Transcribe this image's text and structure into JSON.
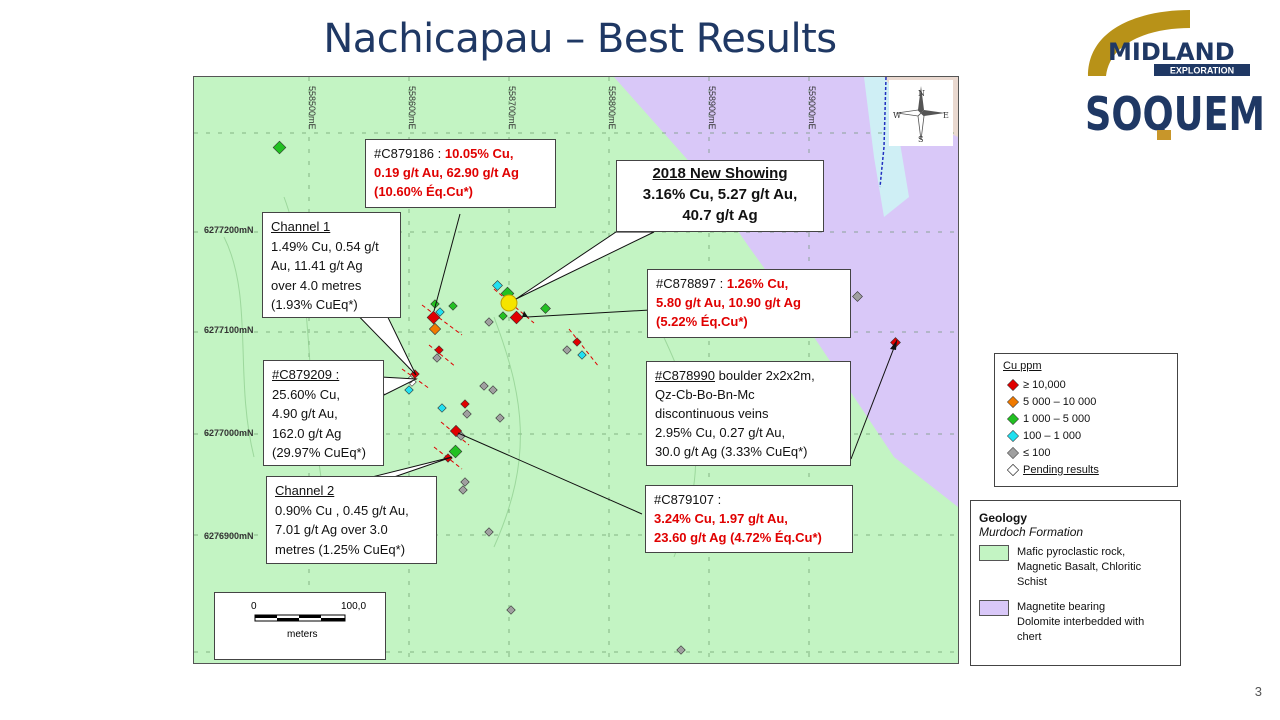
{
  "title": "Nachicapau – Best Results",
  "page_number": "3",
  "logos": {
    "midland_main": "MIDLAND",
    "midland_sub": "EXPLORATION",
    "soquem": "SOQUEM"
  },
  "compass": {
    "n": "N",
    "s": "S",
    "e": "E",
    "w": "W"
  },
  "eastings": [
    "558500mE",
    "558600mE",
    "558700mE",
    "558800mE",
    "558900mE",
    "559000mE"
  ],
  "northings": [
    "6277200mN",
    "6277100mN",
    "6277000mN",
    "6276900mN"
  ],
  "callouts": {
    "c879186": {
      "id": "#C879186 : ",
      "line1": "10.05% Cu,",
      "line2": "0.19 g/t Au, 62.90 g/t Ag",
      "line3": "(10.60% Éq.Cu*)"
    },
    "showing2018": {
      "title": "2018 New Showing",
      "line1": "3.16% Cu, 5.27 g/t Au,",
      "line2": "40.7 g/t Ag"
    },
    "channel1": {
      "title": "Channel 1",
      "l1": "1.49% Cu, 0.54 g/t",
      "l2": "Au, 11.41 g/t Ag",
      "l3": "over 4.0 metres",
      "l4": "(1.93% CuEq*)"
    },
    "c878897": {
      "id": "#C878897 : ",
      "line1": "1.26% Cu,",
      "line2": "5.80 g/t Au, 10.90 g/t Ag",
      "line3": "(5.22% Éq.Cu*)"
    },
    "c879209": {
      "id": "#C879209 :",
      "l1": "25.60% Cu,",
      "l2": "4.90 g/t Au,",
      "l3": "162.0 g/t Ag",
      "l4": "(29.97% CuEq*)"
    },
    "c878990": {
      "id": "#C878990",
      "l1": " boulder 2x2x2m,",
      "l2": "Qz-Cb-Bo-Bn-Mc",
      "l3": "discontinuous veins",
      "l4": "2.95% Cu, 0.27 g/t Au,",
      "l5": "30.0 g/t Ag (3.33% CuEq*)"
    },
    "channel2": {
      "title": "Channel 2",
      "l1": "0.90% Cu , 0.45 g/t Au,",
      "l2": "7.01 g/t Ag over 3.0",
      "l3": "metres (1.25% CuEq*)"
    },
    "c879107": {
      "id": "#C879107 :",
      "line1": "3.24% Cu, 1.97 g/t Au,",
      "line2": "23.60 g/t Ag (4.72% Éq.Cu*)"
    }
  },
  "cu_legend": {
    "title": "Cu ppm",
    "items": [
      {
        "label": "≥ 10,000",
        "color": "#e00000"
      },
      {
        "label": "5 000 – 10 000",
        "color": "#f07a00"
      },
      {
        "label": "1 000 – 5 000",
        "color": "#22c022"
      },
      {
        "label": "100 – 1 000",
        "color": "#22e0f0"
      },
      {
        "label": "≤ 100",
        "color": "#a0a0a0"
      },
      {
        "label": "Pending results",
        "color": "#ffffff"
      }
    ]
  },
  "geology_legend": {
    "title": "Geology",
    "subtitle": "Murdoch Formation",
    "units": [
      {
        "l1": "Mafic pyroclastic rock,",
        "l2": "Magnetic Basalt, Chloritic",
        "l3": "Schist",
        "color": "#c3f4c3"
      },
      {
        "l1": "Magnetite bearing",
        "l2": "Dolomite interbedded with",
        "l3": "chert",
        "color": "#d9c8f8"
      }
    ]
  },
  "scale_bar": {
    "start": "0",
    "end": "100,0",
    "unit": "meters"
  }
}
